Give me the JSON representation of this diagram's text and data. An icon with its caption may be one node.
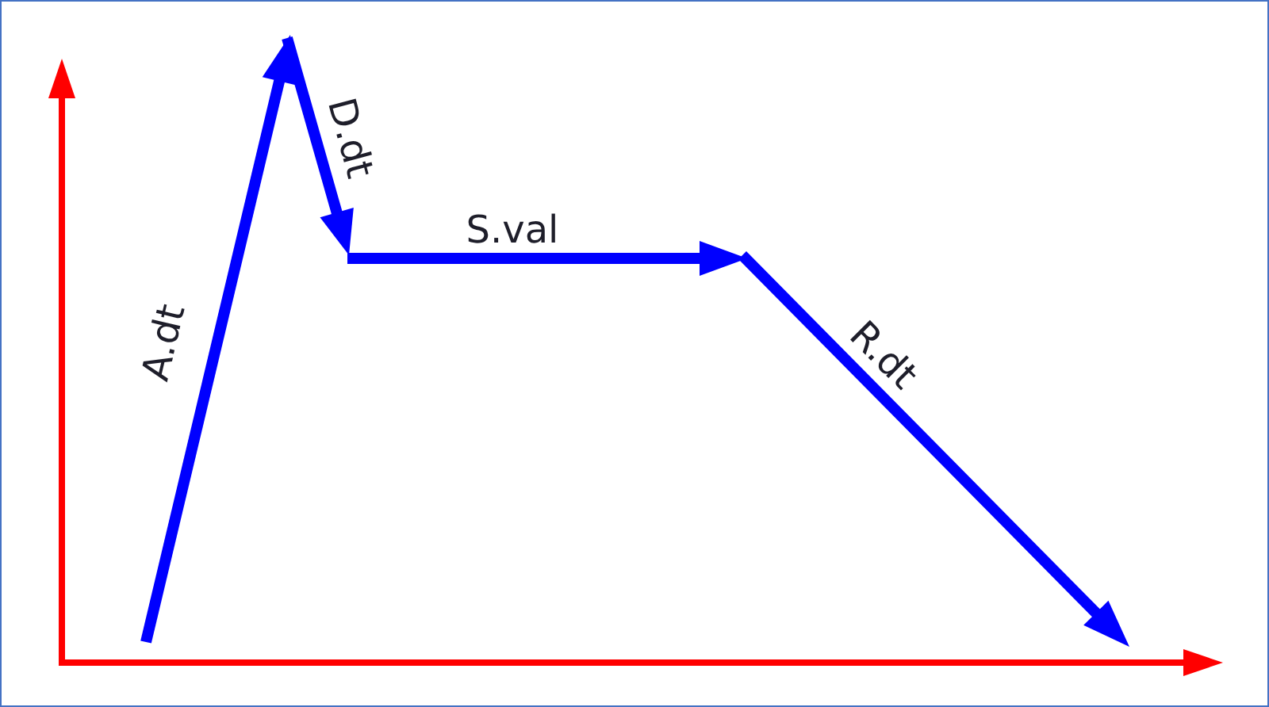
{
  "diagram": {
    "labels": [
      "A.dt",
      "D.dt",
      "S.val",
      "R.dt"
    ]
  }
}
